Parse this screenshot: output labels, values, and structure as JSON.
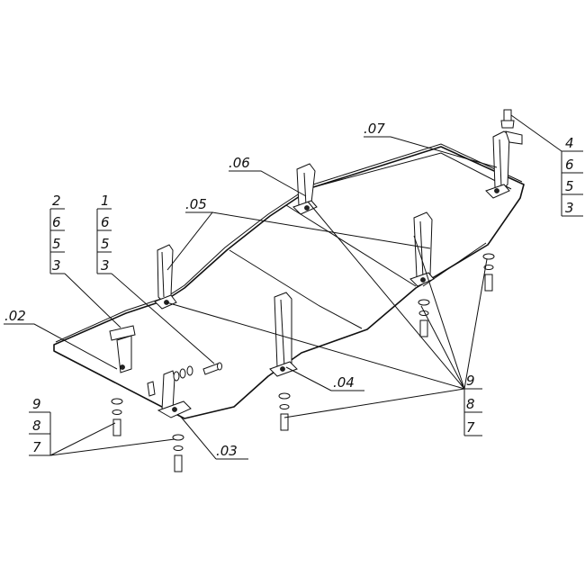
{
  "callouts": {
    "c1": ".02",
    "c2": ".03",
    "c3": ".04",
    "c4": ".05",
    "c5": ".06",
    "c6": ".07"
  },
  "stacks": {
    "s1": [
      "1",
      "6",
      "5",
      "3"
    ],
    "s2": [
      "2",
      "6",
      "5",
      "3"
    ],
    "s3": [
      "4",
      "6",
      "5",
      "3"
    ],
    "s4": [
      "9",
      "8",
      "7"
    ],
    "s5": [
      "9",
      "8",
      "7"
    ]
  }
}
